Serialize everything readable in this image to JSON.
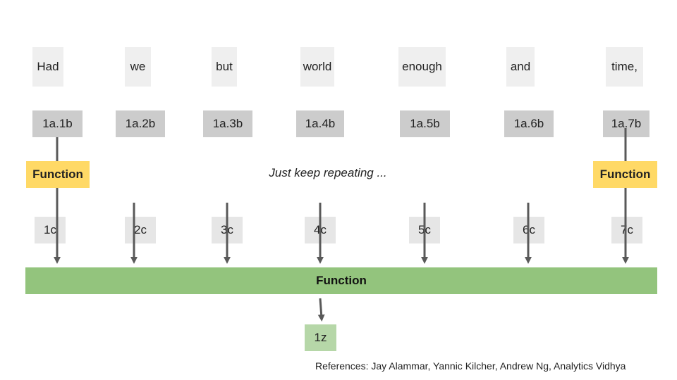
{
  "words": [
    "Had",
    "we",
    "but",
    "world",
    "enough",
    "and",
    "time,"
  ],
  "vectors": [
    "1a.1b",
    "1a.2b",
    "1a.3b",
    "1a.4b",
    "1a.5b",
    "1a.6b",
    "1a.7b"
  ],
  "outputs": [
    "1c",
    "2c",
    "3c",
    "4c",
    "5c",
    "6c",
    "7c"
  ],
  "function_label": "Function",
  "repeat_note": "Just keep repeating ...",
  "result_label": "1z",
  "references": "References: Jay Alammar, Yannic Kilcher, Andrew Ng, Analytics Vidhya",
  "colors": {
    "word_box": "#efefef",
    "vector_box": "#cccccc",
    "output_box": "#e6e6e6",
    "function_yellow": "#ffd966",
    "function_green": "#93c47d",
    "result_box": "#b6d7a8",
    "arrow": "#595959"
  }
}
